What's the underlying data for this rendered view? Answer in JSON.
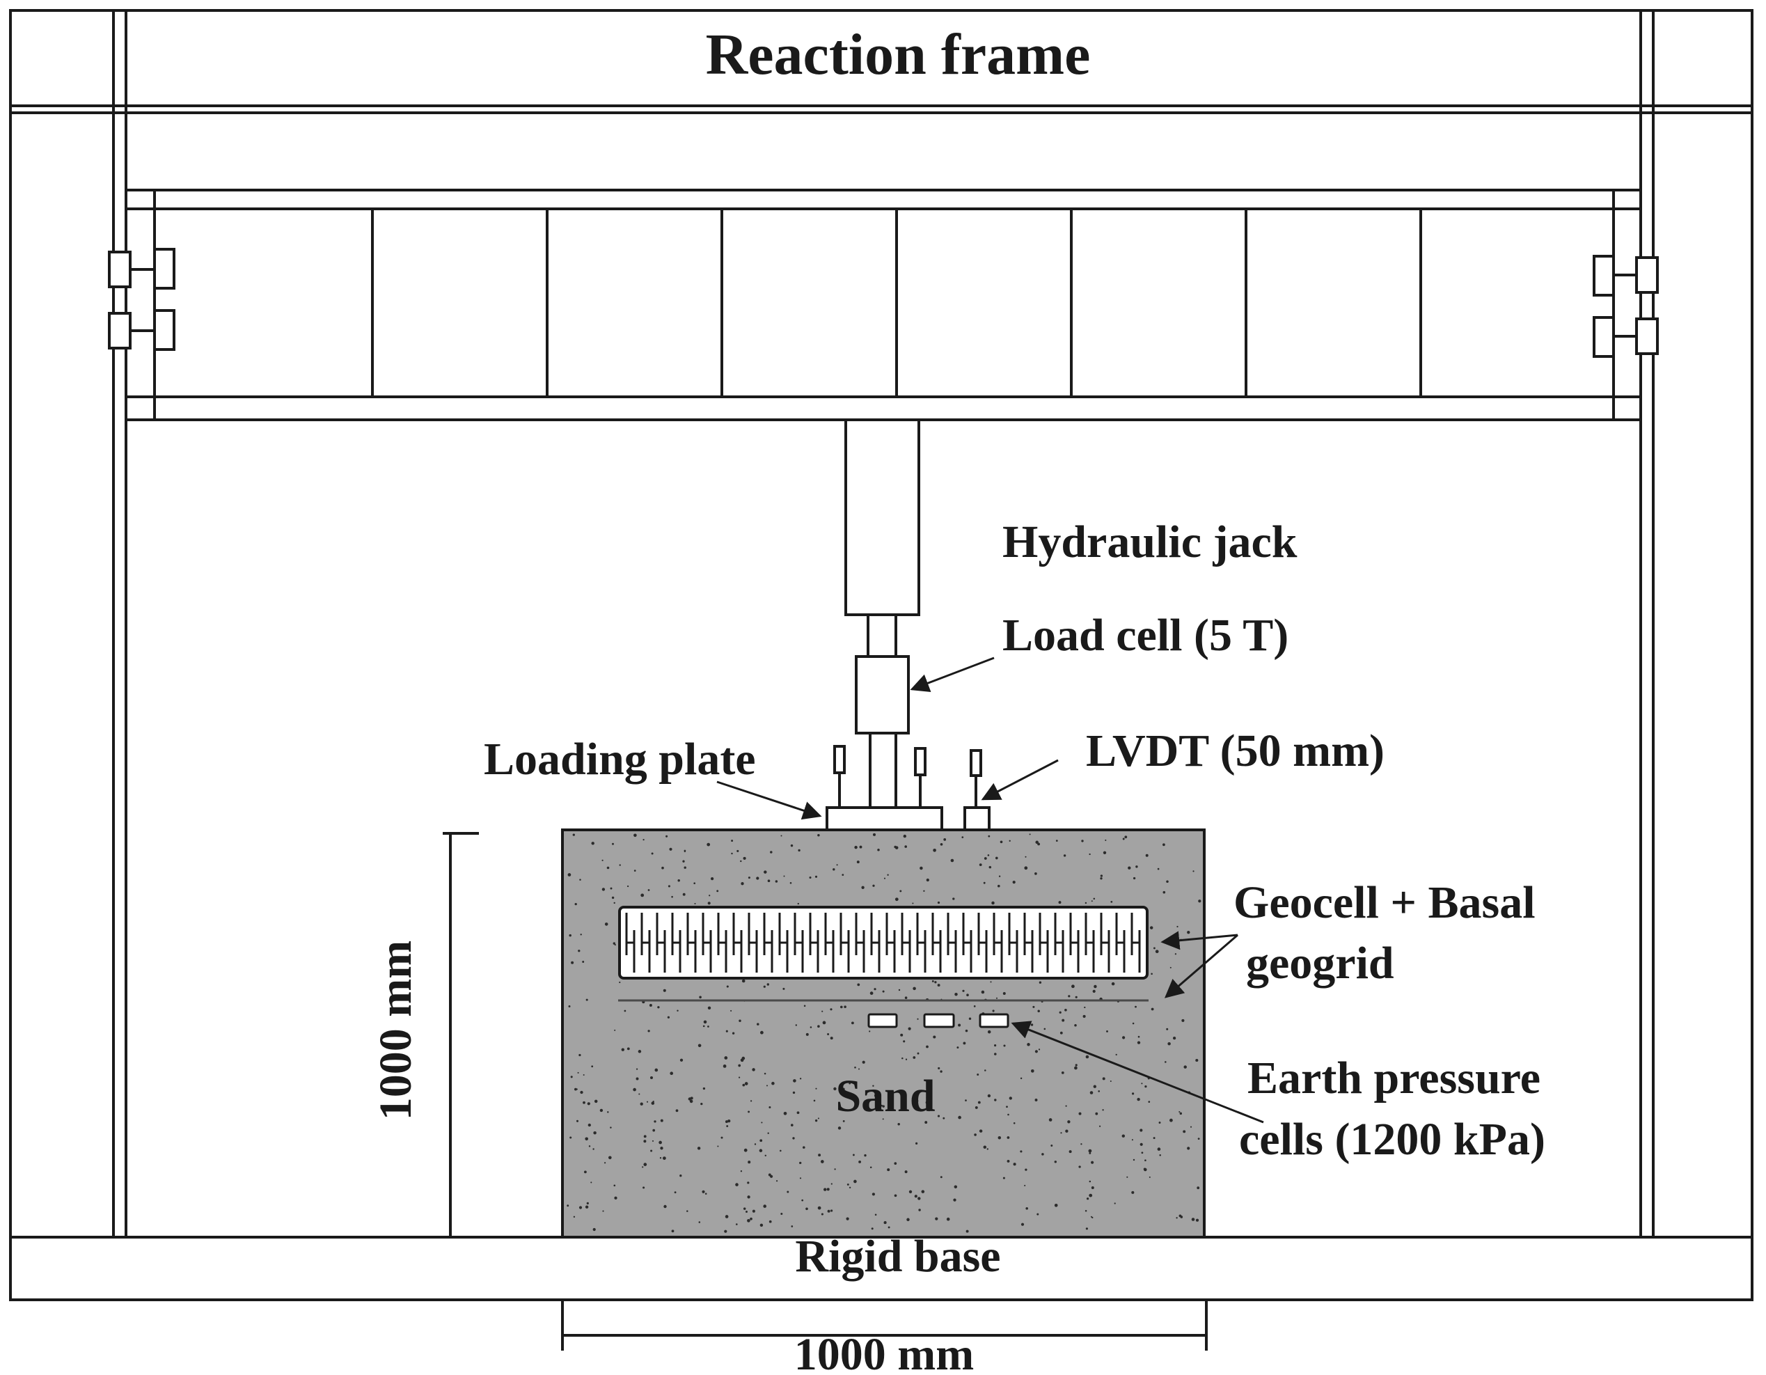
{
  "labels": {
    "reaction_frame": "Reaction frame",
    "hydraulic_jack": "Hydraulic jack",
    "load_cell": "Load cell (5 T)",
    "loading_plate": "Loading plate",
    "lvdt": "LVDT (50 mm)",
    "geocell_line1": "Geocell + Basal",
    "geocell_line2": "geogrid",
    "earth_line1": "Earth pressure",
    "earth_line2": "cells (1200 kPa)",
    "sand": "Sand",
    "rigid_base": "Rigid base",
    "height_dim": "1000 mm",
    "width_dim": "1000 mm"
  },
  "colors": {
    "line": "#1a1a1a",
    "sand_fill": "#a3a3a3",
    "sand_speckle": "#2b2b2b",
    "background": "#ffffff"
  }
}
